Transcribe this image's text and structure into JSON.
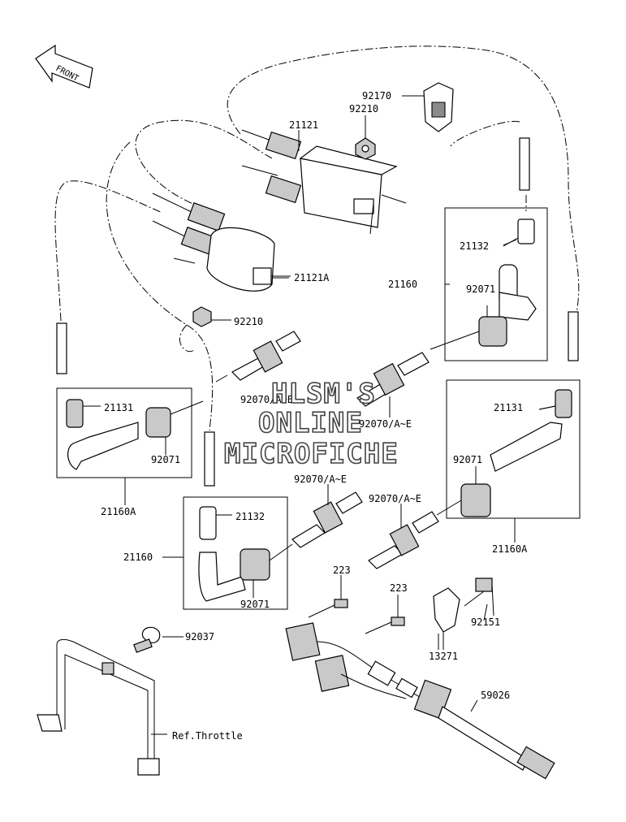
{
  "front_label": "FRONT",
  "labels": {
    "p92170": "92170",
    "p92210_top": "92210",
    "p21121": "21121",
    "p21121A": "21121A",
    "p92210_mid": "92210",
    "p21132_top": "21132",
    "p21160_top": "21160",
    "p92071_topbox": "92071",
    "p92070_left": "92070/A~E",
    "p92070_mid": "92070/A~E",
    "p21131_left": "21131",
    "p92071_left": "92071",
    "p21160A_left": "21160A",
    "p21131_right": "21131",
    "p92071_right": "92071",
    "p21160A_right": "21160A",
    "p92070_lower1": "92070/A~E",
    "p92070_lower2": "92070/A~E",
    "p21132_bot": "21132",
    "p21160_bot": "21160",
    "p92071_bot": "92071",
    "p223_a": "223",
    "p223_b": "223",
    "p92151": "92151",
    "p13271": "13271",
    "p59026": "59026",
    "p92037": "92037",
    "ref_throttle": "Ref.Throttle"
  },
  "watermark": {
    "line1": "HLSM'S",
    "line2": "ONLINE",
    "line3": "MICROFICHE"
  }
}
